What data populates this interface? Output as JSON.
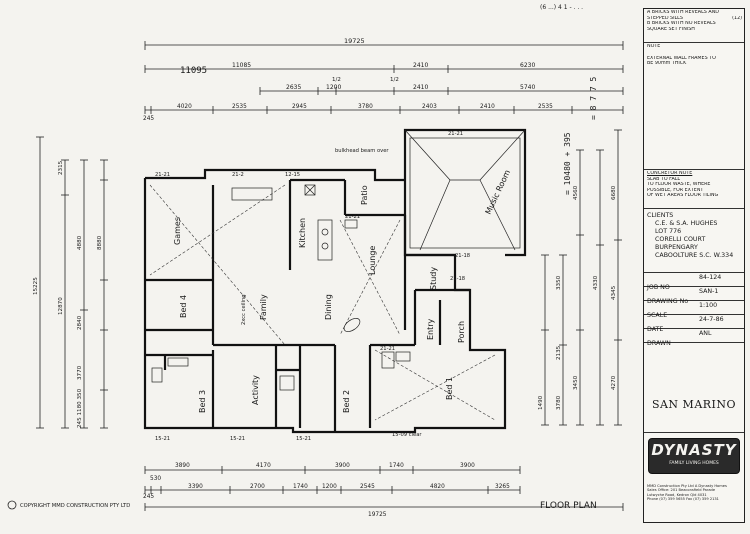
{
  "header": {
    "top_ref": "(6 ...) 4 1 - . . .",
    "copyright": "COPYRIGHT MMD CONSTRUCTION PTY LTD",
    "sheet_title": "FLOOR PLAN"
  },
  "dims_top": {
    "overall": "19725",
    "handwritten": "11095",
    "row2": [
      "11085",
      "2410",
      "6230"
    ],
    "row3a": [
      "1/2",
      "1/2"
    ],
    "row3": [
      "2635",
      "1200",
      "2410",
      "5740"
    ],
    "row4": [
      "245",
      "4020",
      "2535",
      "2945",
      "3780",
      "2403",
      "2410",
      "2535"
    ],
    "right_hand": "= 10480 + 395",
    "right_hand2": "= 8 7 7 5"
  },
  "dims_bottom": {
    "row1": [
      "3890",
      "4170",
      "3900",
      "1740",
      "3900"
    ],
    "row2": [
      "245",
      "530",
      "3390",
      "2700",
      "1740",
      "1200",
      "2545",
      "4820",
      "3265"
    ],
    "overall": "19725"
  },
  "dims_left": [
    "2315",
    "4880",
    "8880",
    "2840",
    "3770",
    "245 1180 350",
    "15225",
    "12870"
  ],
  "dims_right": [
    "4560",
    "6680",
    "3350",
    "2135",
    "1490",
    "4330",
    "3450",
    "3780",
    "4345",
    "4270"
  ],
  "rooms": {
    "games": "Games",
    "kitchen": "Kitchen",
    "patio": "Patio",
    "music": "Music Room",
    "lounge": "Lounge",
    "dining": "Dining",
    "family": "Family",
    "study": "Study",
    "entry": "Entry",
    "porch": "Porch",
    "bed4": "Bed 4",
    "bed3": "Bed 3",
    "bed2": "Bed 2",
    "bed1": "Bed 1",
    "activity": "Activity"
  },
  "notes_on_plan": {
    "bulkhead": "bulkhead beam over",
    "c1": "21-21",
    "c2": "21-21",
    "c3": "21-18",
    "c4": "21-18",
    "c5": "15-21",
    "c6": "15-21",
    "c7": "15-21",
    "c8": "15-09 clear",
    "c9": "21-2",
    "c10": "12-15",
    "c11": "21-21",
    "c12": "21-21",
    "ceiling": "2xcc ceiling"
  },
  "title_block": {
    "rev_a": "A  BRICKS WITH REVEALS AND",
    "rev_a2": "   STEPPED SILLS",
    "rev_a_no": "(12)",
    "rev_b": "B  BRICKS WITH NO REVEALS",
    "rev_b2": "   SQUARE SET FINISH",
    "note_label": "NOTE",
    "note1": "EXTERNAL WALL FRAMES TO",
    "note2": "BE 90mm THICK",
    "concrete_label": "CONCRETOR NOTE",
    "concrete1": "SLAB TO FALL",
    "concrete2": "TO FLOOR WASTE, WHERE",
    "concrete3": "POSSIBLE, FOR EXTENT",
    "concrete4": "OF WET AREAS FLOOR TILING",
    "clients_label": "CLIENTS",
    "client1": "C.E. & S.A. HUGHES",
    "client2": "LOT 776",
    "client3": "CORELLI COURT",
    "client4": "BURPENGARY",
    "client5": "CABOOLTURE S.C.  W.334",
    "job_label": "JOB NO",
    "job_value": "84-124",
    "drawing_label": "DRAWING No",
    "drawing_value": "SAN-1",
    "scale_label": "SCALE",
    "scale_value": "1:100",
    "date_label": "DATE",
    "date_value": "24-7-86",
    "drawn_label": "DRAWN",
    "drawn_value": "ANL",
    "design_name": "SAN MARINO",
    "brand": "DYNASTY",
    "brand_sub": "FAMILY LIVING HOMES",
    "address1": "MMD Construction Pty Ltd  A Dynasty Homes",
    "address2": "Sales Office: 201 Beaconsfield Parade",
    "address3": "Lutwyche Road, Kedron Qld 4031",
    "address4": "Phone (07) 359 5655   Fax (07) 359 2131"
  },
  "colors": {
    "ink": "#1a1a1a",
    "paper": "#f4f3ef"
  }
}
